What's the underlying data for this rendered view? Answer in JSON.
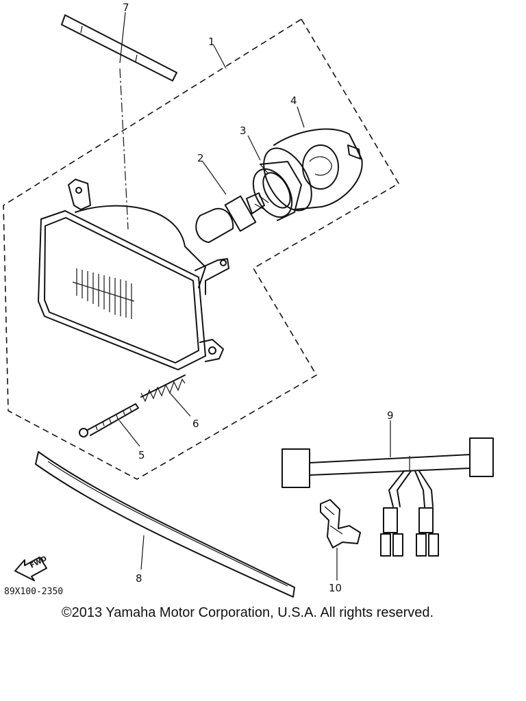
{
  "diagram": {
    "part_labels": [
      "1",
      "2",
      "3",
      "4",
      "5",
      "6",
      "7",
      "8",
      "9",
      "10"
    ],
    "drawing_code": "89X100-2350",
    "forward_arrow_text": "FWD"
  },
  "footer": {
    "copyright": "©2013 Yamaha Motor Corporation, U.S.A. All rights reserved."
  }
}
